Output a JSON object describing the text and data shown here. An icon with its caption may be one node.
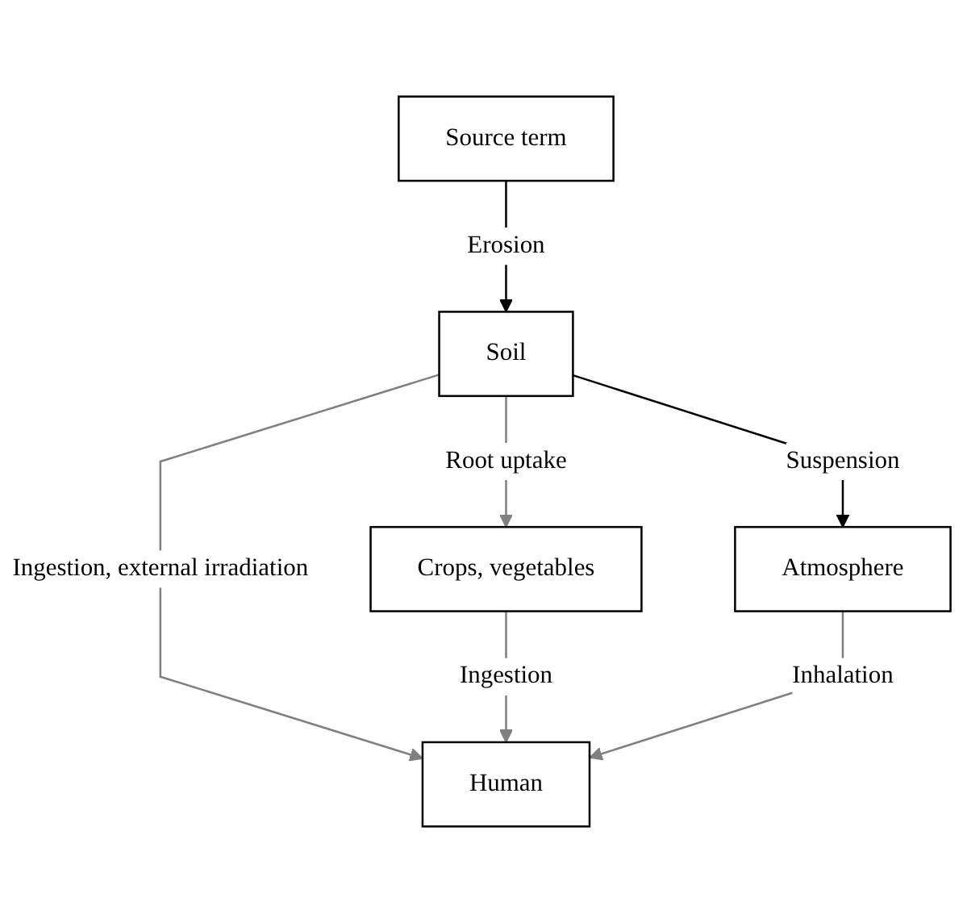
{
  "diagram": {
    "nodes": [
      {
        "text": [
          "Source term"
        ]
      },
      {
        "text": [
          "Soil"
        ]
      },
      {
        "text": [
          "Atmosphere"
        ]
      },
      {
        "text": [
          "Crops, vegetables"
        ]
      },
      {
        "text": [
          "Human"
        ]
      }
    ],
    "edges": [
      {
        "from": 0,
        "to": 1,
        "arrow": "to",
        "label": "Erosion",
        "color": "#000000"
      },
      {
        "from": 1,
        "to": 2,
        "arrow": "to",
        "label": "Suspension",
        "color": "#000000"
      },
      {
        "from": 1,
        "to": 3,
        "arrow": "to",
        "label": "Root uptake"
      },
      {
        "from": 1,
        "to": 4,
        "arrow": "to",
        "label": "Ingestion, external irradiation"
      },
      {
        "from": 3,
        "to": 4,
        "arrow": "to",
        "label": "Ingestion"
      },
      {
        "from": 2,
        "to": 4,
        "arrow": "to",
        "label": "Inhalation"
      }
    ]
  }
}
